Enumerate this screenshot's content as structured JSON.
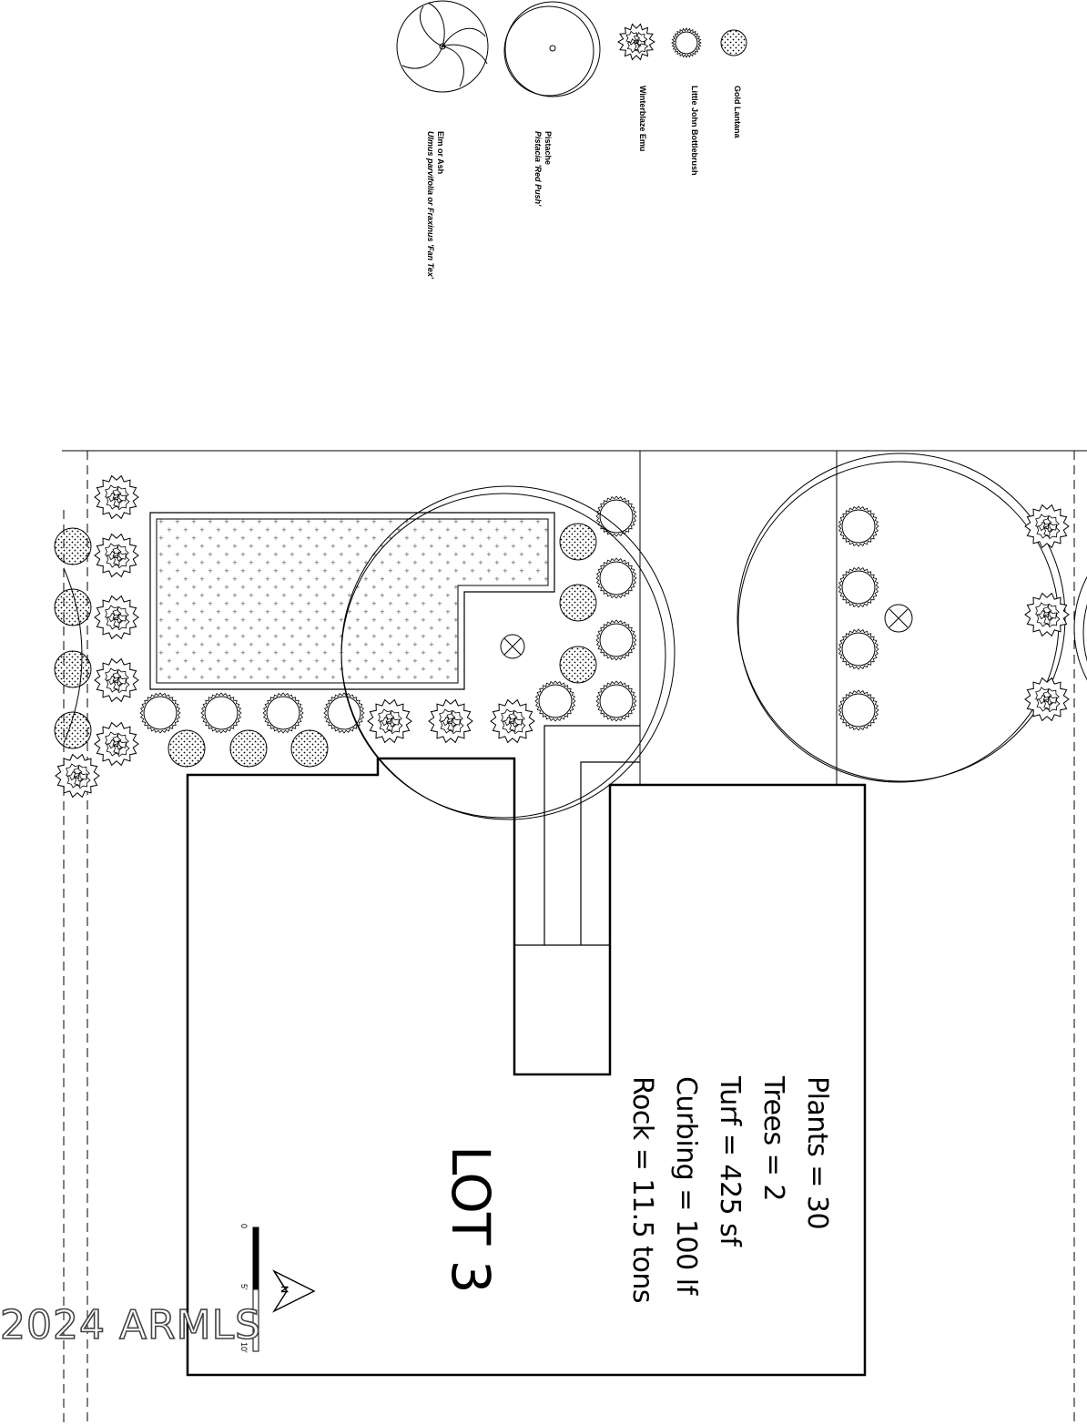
{
  "legend": [
    {
      "id": "elm-ash",
      "common": "Elm or Ash",
      "scientific": "Ulmus parvifolia or Fraxinus 'Fan Tex'"
    },
    {
      "id": "pistache",
      "common": "Pistache",
      "scientific": "Pistacia 'Red Push'"
    },
    {
      "id": "winterblaze-emu",
      "common": "Winterblaze Emu",
      "scientific": ""
    },
    {
      "id": "little-john",
      "common": "Little John Bottlebrush",
      "scientific": ""
    },
    {
      "id": "gold-lantana",
      "common": "Gold Lantana",
      "scientific": ""
    }
  ],
  "summary": {
    "plants": "Plants = 30",
    "trees": "Trees = 2",
    "turf": "Turf = 425 sf",
    "curbing": "Curbing = 100 lf",
    "rock": "Rock = 11.5 tons"
  },
  "lot_label": "LOT 3",
  "scale": {
    "zero": "0",
    "five": "5'",
    "ten": "10'"
  },
  "north_label": "N",
  "watermark": "2024 ARMLS"
}
